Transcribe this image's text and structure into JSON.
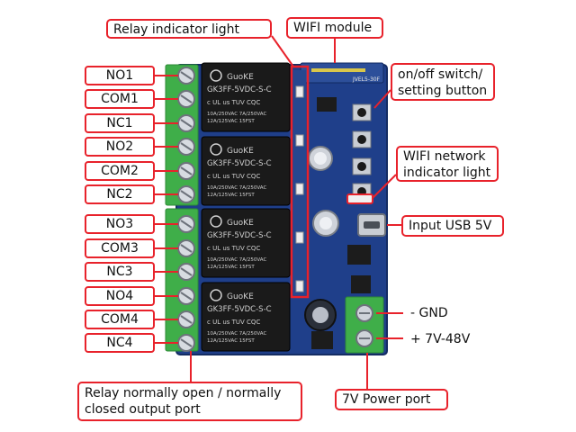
{
  "ports": [
    "NO1",
    "COM1",
    "NC1",
    "NO2",
    "COM2",
    "NC2",
    "NO3",
    "COM3",
    "NC3",
    "NO4",
    "COM4",
    "NC4"
  ],
  "callouts": {
    "relay_indicator": "Relay indicator light",
    "wifi_module": "WIFI module",
    "switch_line1": "on/off switch/",
    "switch_line2": "setting button",
    "wifi_led_line1": "WIFI network",
    "wifi_led_line2": "indicator light",
    "usb": "Input USB 5V",
    "output_line1": "Relay normally open / normally",
    "output_line2": "closed output port",
    "power_port": "7V Power port"
  },
  "power_labels": {
    "gnd": "- GND",
    "vin": "+ 7V-48V"
  },
  "relay": {
    "brand": "GuoKE",
    "model": "GK3FF-5VDC-S-C",
    "rating1": "10A/250VAC  7A/250VAC",
    "rating2": "12A/125VAC     15FST",
    "cert": "c UL us  TUV  CQC"
  },
  "board": {
    "silk": "JVEL5-30F"
  },
  "colors": {
    "accent": "#e8222b",
    "terminal": "#3fae49",
    "pcb": "#1f3f8a",
    "relay": "#1a1a1a"
  }
}
